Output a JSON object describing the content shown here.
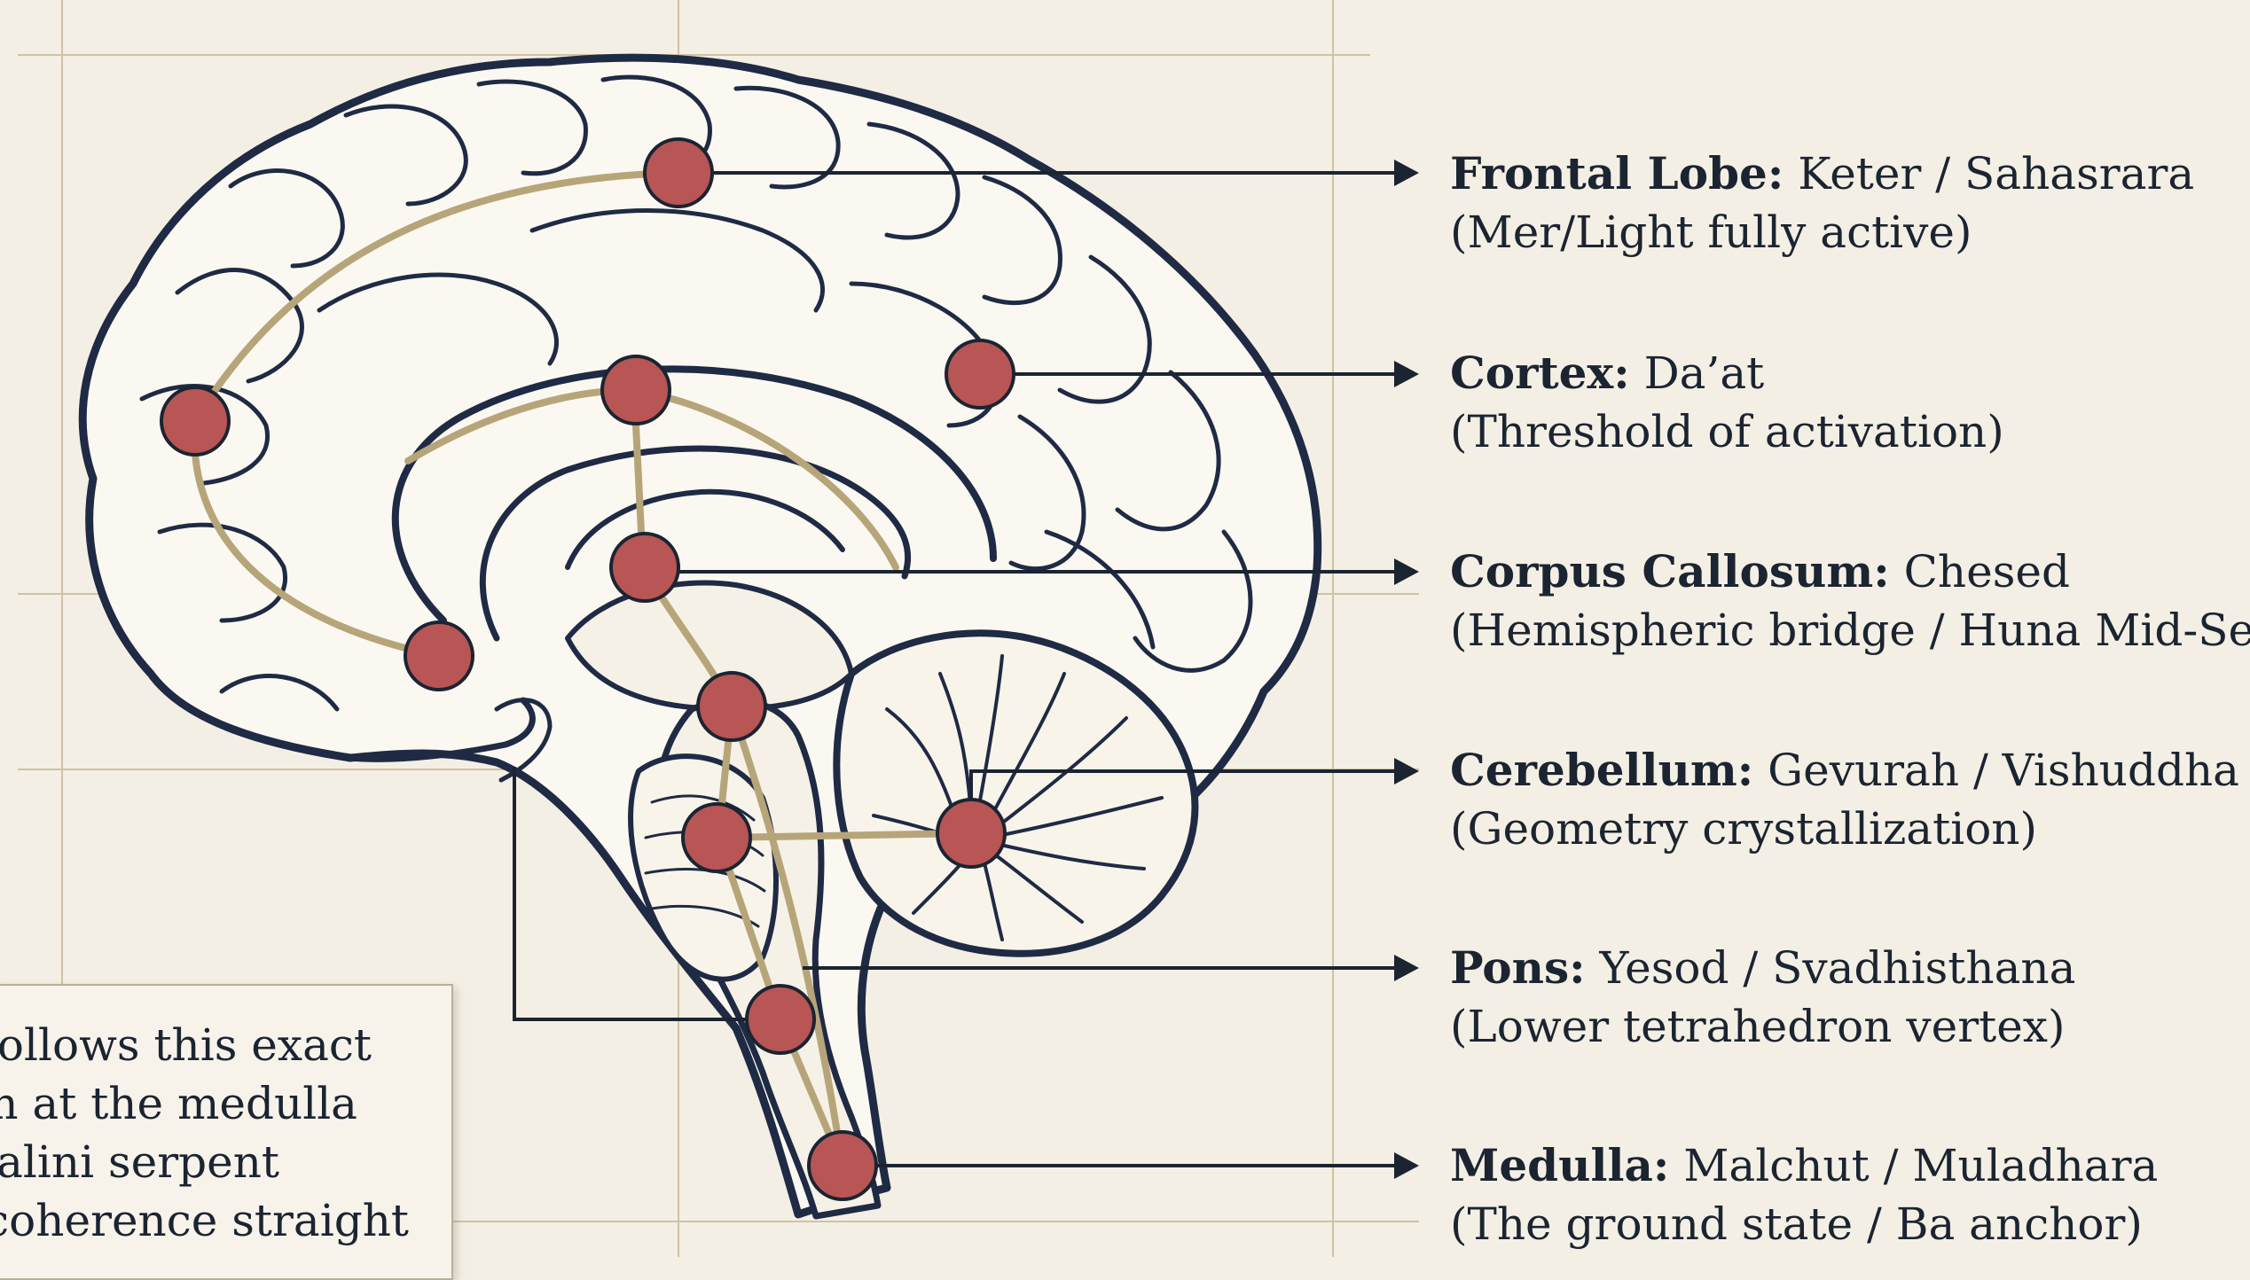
{
  "labels": [
    {
      "name": "Frontal Lobe:",
      "value": "Keter / Sahasrara",
      "note": "(Mer/Light fully active)"
    },
    {
      "name": "Cortex:",
      "value": "Da’at",
      "note": "(Threshold of activation)"
    },
    {
      "name": "Corpus Callosum:",
      "value": "Chesed",
      "note": "(Hemispheric bridge / Huna Mid-Self)"
    },
    {
      "name": "Cerebellum:",
      "value": "Gevurah / Vishuddha",
      "note": "(Geometry crystallization)"
    },
    {
      "name": "Pons:",
      "value": "Yesod / Svadhisthana",
      "note": "(Lower tetrahedron vertex)"
    },
    {
      "name": "Medulla:",
      "value": "Malchut / Muladhara",
      "note": "(The ground state / Ba anchor)"
    }
  ],
  "note_box": {
    "lines": [
      "e follows this exact",
      "on at the medulla",
      "alini serpent",
      "l coherence straight"
    ]
  },
  "colors": {
    "node": "#b85555",
    "path": "#b7a57a",
    "ink": "#1b2431",
    "grid": "#cfc2a2"
  }
}
